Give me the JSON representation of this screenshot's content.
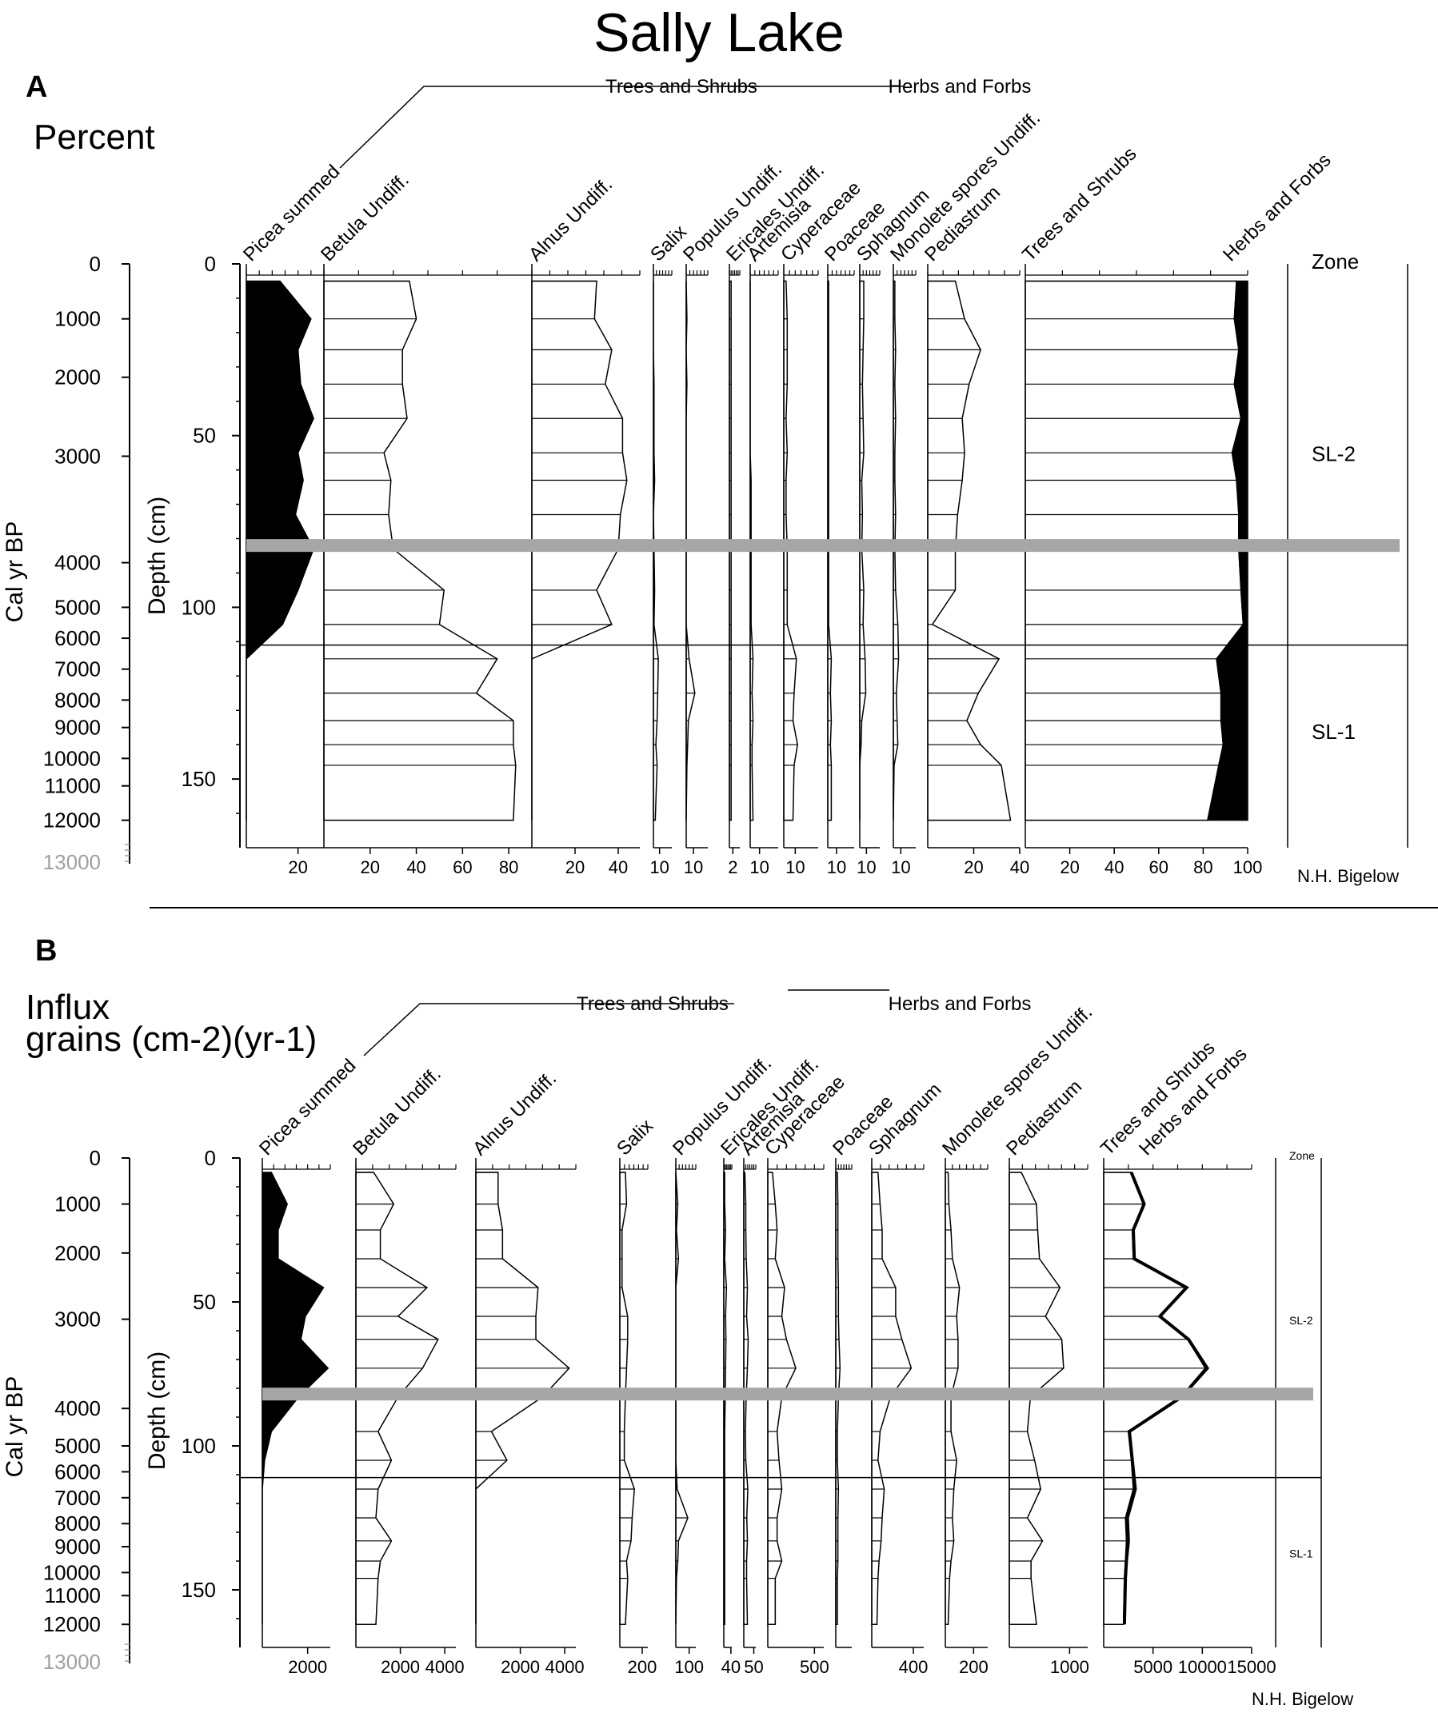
{
  "title": "Sally Lake",
  "colors": {
    "fill": "#000000",
    "line": "#000000",
    "bg": "#ffffff",
    "marker": "#a6a6a6",
    "faint_tick": "#a0a0a0"
  },
  "panels": [
    {
      "letter": "A",
      "subtitle": "Percent",
      "subtitle_line2": "",
      "credit": "N.H. Bigelow",
      "group_labels": [
        "Trees and Shrubs",
        "Herbs and Forbs"
      ],
      "cal_axis_label": "Cal yr BP",
      "depth_axis_label": "Depth (cm)",
      "cal_ticks": [
        "0",
        "1000",
        "2000",
        "3000",
        "4000",
        "5000",
        "6000",
        "7000",
        "8000",
        "9000",
        "10000",
        "11000",
        "12000",
        "13000"
      ],
      "depth_ticks": [
        "0",
        "50",
        "100",
        "150"
      ],
      "zone_header": "Zone",
      "zones": [
        "SL-2",
        "SL-1"
      ],
      "taxa": [
        {
          "name": "Picea summed",
          "ticks": [
            "20"
          ]
        },
        {
          "name": "Betula Undiff.",
          "ticks": [
            "20",
            "40",
            "60",
            "80"
          ]
        },
        {
          "name": "Alnus Undiff.",
          "ticks": [
            "20",
            "40"
          ]
        },
        {
          "name": "Salix",
          "ticks": [
            "10"
          ]
        },
        {
          "name": "Populus Undiff.",
          "ticks": [
            "10"
          ]
        },
        {
          "name": "Ericales Undiff.",
          "ticks": [
            "2"
          ]
        },
        {
          "name": "Artemisia",
          "ticks": [
            "10"
          ]
        },
        {
          "name": "Cyperaceae",
          "ticks": [
            "10"
          ]
        },
        {
          "name": "Poaceae",
          "ticks": [
            "10"
          ]
        },
        {
          "name": "Sphagnum",
          "ticks": [
            "10"
          ]
        },
        {
          "name": "Monolete spores Undiff.",
          "ticks": [
            "10"
          ]
        },
        {
          "name": "Pediastrum",
          "ticks": [
            "20",
            "40"
          ]
        },
        {
          "name": "Trees and Shrubs",
          "ticks": [
            "20",
            "40",
            "60",
            "80",
            "100"
          ]
        },
        {
          "name": "Herbs and Forbs",
          "ticks": []
        }
      ]
    },
    {
      "letter": "B",
      "subtitle": "Influx",
      "subtitle_line2": "grains (cm-2)(yr-1)",
      "credit": "N.H. Bigelow",
      "group_labels": [
        "Trees and Shrubs",
        "Herbs and Forbs"
      ],
      "cal_axis_label": "Cal yr BP",
      "depth_axis_label": "Depth (cm)",
      "cal_ticks": [
        "0",
        "1000",
        "2000",
        "3000",
        "4000",
        "5000",
        "6000",
        "7000",
        "8000",
        "9000",
        "10000",
        "11000",
        "12000",
        "13000"
      ],
      "depth_ticks": [
        "0",
        "50",
        "100",
        "150"
      ],
      "zone_header": "Zone",
      "zones": [
        "SL-2",
        "SL-1"
      ],
      "taxa": [
        {
          "name": "Picea summed",
          "ticks": [
            "2000"
          ]
        },
        {
          "name": "Betula Undiff.",
          "ticks": [
            "2000",
            "4000"
          ]
        },
        {
          "name": "Alnus Undiff.",
          "ticks": [
            "2000",
            "4000"
          ]
        },
        {
          "name": "Salix",
          "ticks": [
            "200"
          ]
        },
        {
          "name": "Populus Undiff.",
          "ticks": [
            "100"
          ]
        },
        {
          "name": "Ericales Undiff.",
          "ticks": [
            "40"
          ]
        },
        {
          "name": "Artemisia",
          "ticks": [
            "50"
          ]
        },
        {
          "name": "Cyperaceae",
          "ticks": [
            "500"
          ]
        },
        {
          "name": "Poaceae",
          "ticks": []
        },
        {
          "name": "Sphagnum",
          "ticks": [
            "400"
          ]
        },
        {
          "name": "Monolete spores Undiff.",
          "ticks": [
            "200"
          ]
        },
        {
          "name": "Pediastrum",
          "ticks": [
            "1000"
          ]
        },
        {
          "name": "Trees and Shrubs",
          "ticks": [
            "5000",
            "10000",
            "15000"
          ]
        },
        {
          "name": "Herbs and Forbs",
          "ticks": []
        }
      ]
    }
  ],
  "chart_data": [
    {
      "type": "area",
      "title": "Percent",
      "ylabel": "Depth (cm)",
      "ylim": [
        0,
        170
      ],
      "y_direction": "down",
      "depths": [
        5,
        16,
        25,
        35,
        45,
        55,
        63,
        73,
        83,
        95,
        105,
        115,
        125,
        133,
        140,
        146,
        162
      ],
      "cal_age_axis": {
        "label": "Cal yr BP",
        "depth": [
          0,
          16,
          33,
          56,
          87,
          100,
          109,
          118,
          127,
          135,
          144,
          152,
          162
        ],
        "age": [
          0,
          1000,
          2000,
          3000,
          4000,
          5000,
          6000,
          7000,
          8000,
          9000,
          10000,
          11000,
          12000
        ]
      },
      "zone_boundary_depth": 111,
      "marker_band_depth": 82,
      "zones": [
        {
          "name": "SL-2",
          "from": 0,
          "to": 111
        },
        {
          "name": "SL-1",
          "from": 111,
          "to": 170
        }
      ],
      "series": [
        {
          "name": "Picea summed",
          "xlim": [
            0,
            30
          ],
          "filled": true,
          "values": [
            13,
            25,
            20,
            21,
            26,
            20,
            22,
            19,
            26,
            20,
            14,
            0,
            0,
            0,
            0,
            0,
            0
          ]
        },
        {
          "name": "Betula Undiff.",
          "xlim": [
            0,
            90
          ],
          "values": [
            37,
            40,
            34,
            34,
            36,
            26,
            29,
            28,
            30,
            52,
            50,
            75,
            66,
            82,
            82,
            83,
            82
          ]
        },
        {
          "name": "Alnus Undiff.",
          "xlim": [
            0,
            50
          ],
          "values": [
            30,
            29,
            37,
            34,
            42,
            42,
            44,
            41,
            40,
            30,
            37,
            0,
            0,
            0,
            0,
            0,
            0
          ]
        },
        {
          "name": "Salix",
          "xlim": [
            0,
            30
          ],
          "values": [
            0,
            0,
            0,
            1,
            1,
            1,
            2,
            0,
            1,
            2,
            1,
            8,
            7,
            6,
            4,
            6,
            3
          ]
        },
        {
          "name": "Populus Undiff.",
          "xlim": [
            0,
            30
          ],
          "values": [
            0,
            1,
            0,
            1,
            0,
            0,
            0,
            0,
            0,
            0,
            0,
            4,
            12,
            3,
            2,
            1,
            0
          ]
        },
        {
          "name": "Ericales Undiff.",
          "xlim": [
            0,
            6
          ],
          "values": [
            1,
            1,
            1,
            1,
            1,
            1,
            1,
            1,
            1,
            1,
            1,
            1,
            1,
            1,
            1,
            1,
            1
          ]
        },
        {
          "name": "Artemisia",
          "xlim": [
            0,
            30
          ],
          "values": [
            0,
            0,
            0,
            0,
            0,
            0,
            1,
            1,
            1,
            1,
            1,
            3,
            2,
            3,
            2,
            2,
            3
          ]
        },
        {
          "name": "Cyperaceae",
          "xlim": [
            0,
            30
          ],
          "values": [
            2,
            3,
            3,
            3,
            2,
            3,
            2,
            2,
            3,
            3,
            3,
            11,
            9,
            8,
            12,
            9,
            8
          ]
        },
        {
          "name": "Poaceae",
          "xlim": [
            0,
            30
          ],
          "values": [
            1,
            1,
            1,
            1,
            1,
            1,
            1,
            1,
            1,
            1,
            1,
            4,
            3,
            4,
            3,
            4,
            4
          ]
        },
        {
          "name": "Sphagnum",
          "xlim": [
            0,
            30
          ],
          "values": [
            6,
            6,
            5,
            4,
            5,
            6,
            3,
            4,
            3,
            6,
            5,
            8,
            9,
            3,
            2,
            0,
            0
          ]
        },
        {
          "name": "Monolete spores Undiff.",
          "xlim": [
            0,
            30
          ],
          "values": [
            2,
            2,
            3,
            2,
            3,
            2,
            2,
            3,
            2,
            3,
            6,
            7,
            4,
            5,
            6,
            1,
            0
          ]
        },
        {
          "name": "Pediastrum",
          "xlim": [
            0,
            40
          ],
          "values": [
            12,
            16,
            23,
            18,
            15,
            16,
            15,
            13,
            12,
            12,
            2,
            31,
            22,
            17,
            23,
            32,
            36
          ]
        },
        {
          "name": "Trees and Shrubs",
          "xlim": [
            0,
            100
          ],
          "values": [
            95,
            94,
            96,
            94,
            97,
            93,
            95,
            96,
            96,
            97,
            98,
            86,
            88,
            88,
            89,
            87,
            82
          ]
        },
        {
          "name": "Herbs and Forbs",
          "xlim": [
            0,
            100
          ],
          "filled": true,
          "values": [
            5,
            6,
            4,
            6,
            3,
            7,
            5,
            4,
            4,
            3,
            2,
            14,
            12,
            12,
            11,
            13,
            18
          ]
        }
      ]
    },
    {
      "type": "area",
      "title": "Influx",
      "ylabel": "Depth (cm)",
      "ylim": [
        0,
        170
      ],
      "y_direction": "down",
      "depths": [
        5,
        16,
        25,
        35,
        45,
        55,
        63,
        73,
        83,
        95,
        105,
        115,
        125,
        133,
        140,
        146,
        162
      ],
      "cal_age_axis": {
        "label": "Cal yr BP",
        "depth": [
          0,
          16,
          33,
          56,
          87,
          100,
          109,
          118,
          127,
          135,
          144,
          152,
          162
        ],
        "age": [
          0,
          1000,
          2000,
          3000,
          4000,
          5000,
          6000,
          7000,
          8000,
          9000,
          10000,
          11000,
          12000
        ]
      },
      "zone_boundary_depth": 111,
      "marker_band_depth": 82,
      "zones": [
        {
          "name": "SL-2",
          "from": 0,
          "to": 111
        },
        {
          "name": "SL-1",
          "from": 111,
          "to": 170
        }
      ],
      "series": [
        {
          "name": "Picea summed",
          "xlim": [
            0,
            3000
          ],
          "filled": true,
          "values": [
            400,
            1100,
            700,
            700,
            2700,
            1900,
            1700,
            2900,
            1600,
            400,
            100,
            0,
            0,
            0,
            0,
            0,
            0
          ]
        },
        {
          "name": "Betula Undiff.",
          "xlim": [
            0,
            4500
          ],
          "values": [
            800,
            1700,
            1100,
            1100,
            3200,
            1900,
            3700,
            3000,
            1900,
            1000,
            1600,
            1000,
            900,
            1600,
            1100,
            1000,
            900
          ]
        },
        {
          "name": "Alnus Undiff.",
          "xlim": [
            0,
            4500
          ],
          "values": [
            1000,
            1000,
            1200,
            1200,
            2800,
            2700,
            2700,
            4200,
            3000,
            700,
            1400,
            0,
            0,
            0,
            0,
            0,
            0
          ]
        },
        {
          "name": "Salix",
          "xlim": [
            0,
            250
          ],
          "values": [
            50,
            60,
            20,
            20,
            20,
            70,
            70,
            60,
            50,
            40,
            40,
            130,
            110,
            100,
            60,
            70,
            50
          ]
        },
        {
          "name": "Populus Undiff.",
          "xlim": [
            0,
            150
          ],
          "values": [
            0,
            15,
            5,
            20,
            0,
            0,
            0,
            0,
            0,
            0,
            0,
            10,
            90,
            20,
            15,
            5,
            0
          ]
        },
        {
          "name": "Ericales Undiff.",
          "xlim": [
            0,
            45
          ],
          "values": [
            5,
            5,
            10,
            5,
            15,
            10,
            12,
            10,
            8,
            5,
            5,
            5,
            5,
            5,
            5,
            5,
            5
          ]
        },
        {
          "name": "Artemisia",
          "xlim": [
            0,
            60
          ],
          "values": [
            5,
            10,
            10,
            12,
            18,
            14,
            22,
            18,
            12,
            8,
            10,
            20,
            15,
            18,
            14,
            14,
            18
          ]
        },
        {
          "name": "Cyperaceae",
          "xlim": [
            0,
            600
          ],
          "values": [
            50,
            80,
            100,
            80,
            180,
            150,
            200,
            300,
            150,
            100,
            120,
            150,
            100,
            100,
            150,
            80,
            80
          ]
        },
        {
          "name": "Poaceae",
          "xlim": [
            0,
            150
          ],
          "values": [
            15,
            20,
            20,
            20,
            25,
            25,
            30,
            40,
            25,
            15,
            15,
            25,
            20,
            20,
            20,
            15,
            15
          ]
        },
        {
          "name": "Sphagnum",
          "xlim": [
            0,
            500
          ],
          "values": [
            60,
            80,
            100,
            100,
            230,
            230,
            290,
            380,
            180,
            80,
            60,
            120,
            100,
            90,
            70,
            60,
            50
          ]
        },
        {
          "name": "Monolete spores Undiff.",
          "xlim": [
            0,
            300
          ],
          "values": [
            20,
            25,
            40,
            50,
            100,
            80,
            90,
            90,
            40,
            40,
            80,
            60,
            50,
            60,
            40,
            30,
            20
          ]
        },
        {
          "name": "Pediastrum",
          "xlim": [
            0,
            1300
          ],
          "values": [
            200,
            450,
            470,
            500,
            840,
            600,
            870,
            900,
            350,
            300,
            420,
            520,
            300,
            550,
            360,
            360,
            450
          ]
        },
        {
          "name": "Trees and Shrubs",
          "xlim": [
            0,
            15000
          ],
          "values": [
            2800,
            4000,
            2900,
            3000,
            8300,
            5600,
            8500,
            10300,
            7800,
            2500,
            2800,
            3000,
            2200,
            2300,
            2200,
            2100,
            2000
          ]
        },
        {
          "name": "Herbs and Forbs",
          "xlim": [
            0,
            15000
          ],
          "values": [
            2800,
            4100,
            3000,
            3100,
            8400,
            5700,
            8600,
            10500,
            7900,
            2600,
            2900,
            3200,
            2400,
            2500,
            2300,
            2200,
            2100
          ]
        }
      ]
    }
  ]
}
